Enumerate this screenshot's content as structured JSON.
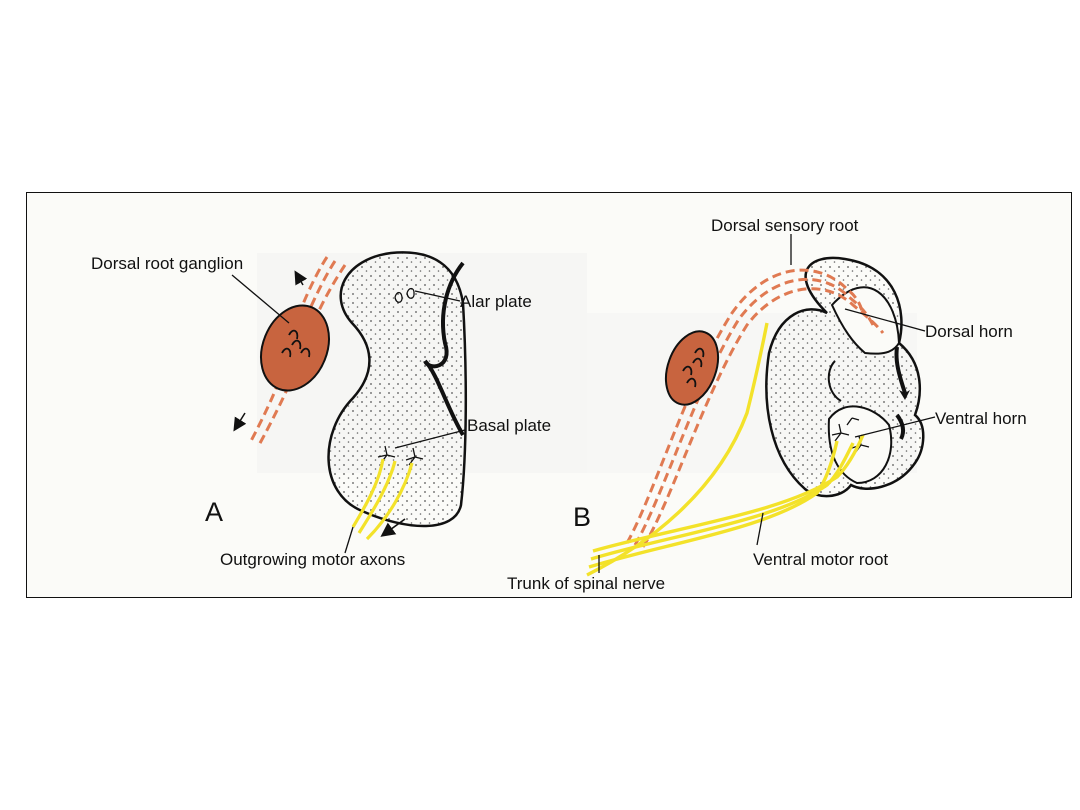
{
  "labels": {
    "dorsal_root_ganglion": "Dorsal root ganglion",
    "alar_plate": "Alar plate",
    "basal_plate": "Basal plate",
    "outgrowing_motor_axons": "Outgrowing motor axons",
    "panel_a": "A",
    "panel_b": "B",
    "dorsal_sensory_root": "Dorsal sensory root",
    "dorsal_horn": "Dorsal horn",
    "ventral_horn": "Ventral horn",
    "ventral_motor_root": "Ventral motor root",
    "trunk_of_spinal_nerve": "Trunk of spinal nerve"
  },
  "colors": {
    "ganglion_fill": "#c8643f",
    "sensory_fibers": "#e07a52",
    "motor_axons": "#f3e22a",
    "outline": "#111111"
  }
}
